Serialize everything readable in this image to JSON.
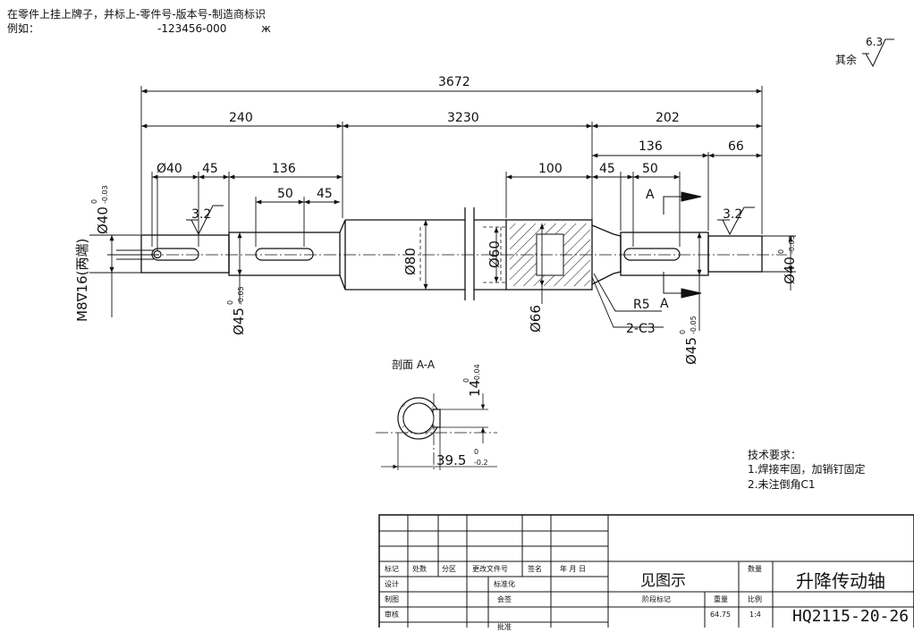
{
  "notes": {
    "line1": "在零件上挂上牌子，并标上-零件号-版本号-制造商标识",
    "line2_label": "例如：",
    "line2_value": "-123456-000",
    "line2_mark": "ж"
  },
  "roughness": {
    "label": "其余",
    "value": "6.3"
  },
  "dimensions": {
    "overall": "3672",
    "left_section": "240",
    "middle_section": "3230",
    "right_section": "202",
    "right_136": "136",
    "right_66": "66",
    "d40_left": "Ø40",
    "len_45_left": "45",
    "len_136_left": "136",
    "len_50_left": "50",
    "len_45_left2": "45",
    "len_100": "100",
    "len_45_right": "45",
    "len_50_right": "50",
    "d40_tol": "Ø40",
    "d40_tol_upper": "0",
    "d40_tol_lower": "-0.03",
    "d40_right": "Ø40",
    "d40_right_upper": "0",
    "d40_right_lower": "-0.03",
    "d45_left": "Ø45",
    "d45_left_upper": "0",
    "d45_left_lower": "-0.05",
    "d45_right": "Ø45",
    "d45_right_upper": "0",
    "d45_right_lower": "-0.05",
    "d80": "Ø80",
    "d60": "Ø60",
    "d66": "Ø66",
    "thread": "M8∇16(两端)",
    "rough_left": "3.2",
    "rough_right": "3.2",
    "r5": "R5",
    "c3": "2-C3",
    "section_mark": "A"
  },
  "section": {
    "title": "剖面 A-A",
    "width": "14",
    "width_upper": "0",
    "width_lower": "-0.04",
    "depth": "39.5",
    "depth_upper": "0",
    "depth_lower": "-0.2"
  },
  "tech": {
    "title": "技术要求：",
    "item1": "1.焊接牢固，加销钉固定",
    "item2": "2.未注倒角C1"
  },
  "title_block": {
    "headers": [
      "标记",
      "处数",
      "分区",
      "更改文件号",
      "签名",
      "年 月 日"
    ],
    "design": "设计",
    "standardization": "标准化",
    "drawn": "制图",
    "approval": "会签",
    "review": "审核",
    "approve": "批准",
    "material": "见图示",
    "quantity_label": "数量",
    "stage_label": "阶段标记",
    "weight_label": "重量",
    "scale_label": "比例",
    "weight": "64.75",
    "scale": "1:4",
    "part_name": "升降传动轴",
    "part_no": "HQ2115-20-26"
  }
}
